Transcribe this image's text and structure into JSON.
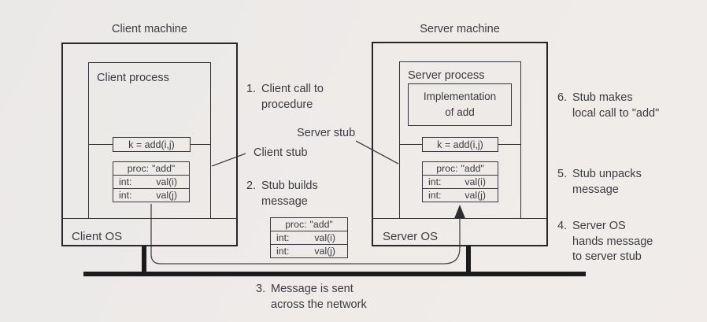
{
  "client": {
    "machine_title": "Client machine",
    "process_title": "Client process",
    "call": "k = add(i,j)",
    "os": "Client OS",
    "message": [
      [
        "proc:",
        "\"add\""
      ],
      [
        "int:",
        "val(i)"
      ],
      [
        "int:",
        "val(j)"
      ]
    ]
  },
  "server": {
    "machine_title": "Server machine",
    "process_title": "Server process",
    "implementation": [
      "Implementation",
      "of add"
    ],
    "call": "k = add(i,j)",
    "os": "Server OS",
    "message": [
      [
        "proc:",
        "\"add\""
      ],
      [
        "int:",
        "val(i)"
      ],
      [
        "int:",
        "val(j)"
      ]
    ]
  },
  "network_message": [
    [
      "proc:",
      "\"add\""
    ],
    [
      "int:",
      "val(i)"
    ],
    [
      "int:",
      "val(j)"
    ]
  ],
  "stub_labels": {
    "client": "Client stub",
    "server": "Server stub"
  },
  "steps": [
    {
      "num": "1.",
      "lines": [
        "Client call to",
        "procedure"
      ]
    },
    {
      "num": "2.",
      "lines": [
        "Stub builds",
        "message"
      ]
    },
    {
      "num": "3.",
      "lines": [
        "Message is sent",
        "across the network"
      ]
    },
    {
      "num": "4.",
      "lines": [
        "Server OS",
        "hands message",
        "to server stub"
      ]
    },
    {
      "num": "5.",
      "lines": [
        "Stub unpacks",
        "message"
      ]
    },
    {
      "num": "6.",
      "lines": [
        "Stub makes",
        "local call to \"add\""
      ]
    }
  ],
  "colors": {
    "background": "#edeae8",
    "line": "#33333a",
    "text": "#3b3b42",
    "network": "#1b1b1e"
  }
}
